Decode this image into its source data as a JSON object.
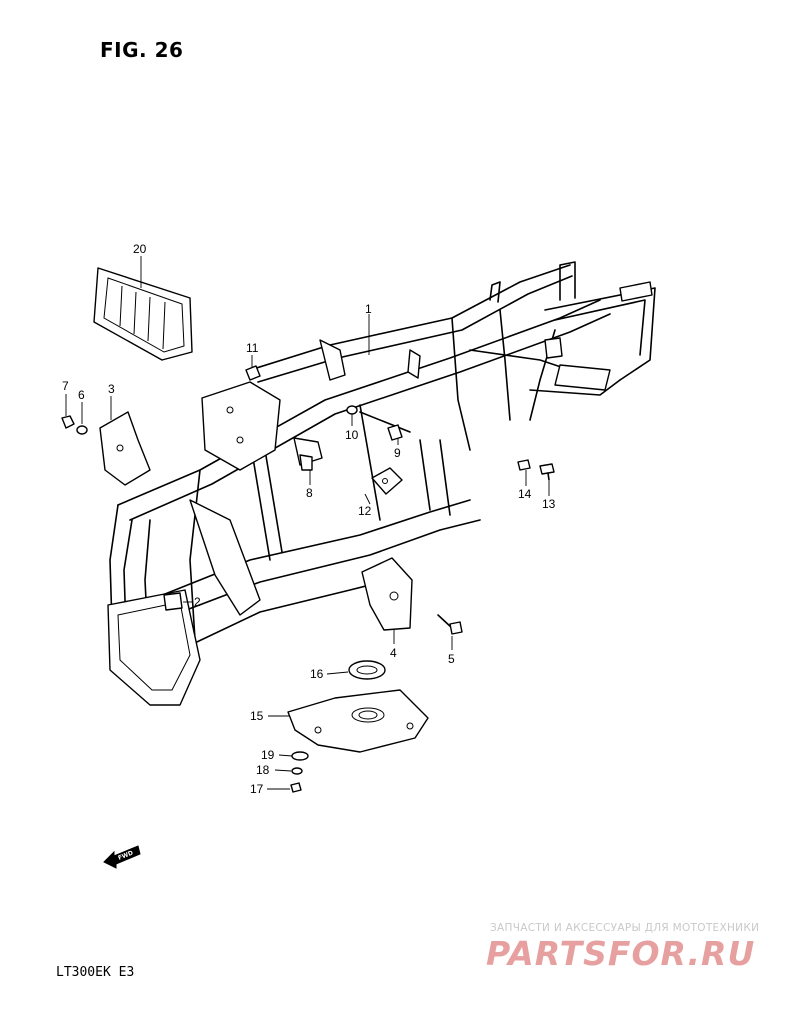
{
  "figure": {
    "title": "FIG. 26"
  },
  "model": {
    "code": "LT300EK  E3"
  },
  "fwd_arrow": {
    "label": "FWD"
  },
  "watermark": {
    "tagline": "ЗАПЧАСТИ И АКСЕССУАРЫ ДЛЯ МОТОТЕХНИКИ",
    "logo": "PARTSFOR.RU"
  },
  "callouts": {
    "c1": "1",
    "c2": "2",
    "c3": "3",
    "c4": "4",
    "c5": "5",
    "c6": "6",
    "c7": "7",
    "c8": "8",
    "c9": "9",
    "c10": "10",
    "c11": "11",
    "c12": "12",
    "c13": "13",
    "c14": "14",
    "c15": "15",
    "c16": "16",
    "c17": "17",
    "c18": "18",
    "c19": "19",
    "c20": "20"
  }
}
